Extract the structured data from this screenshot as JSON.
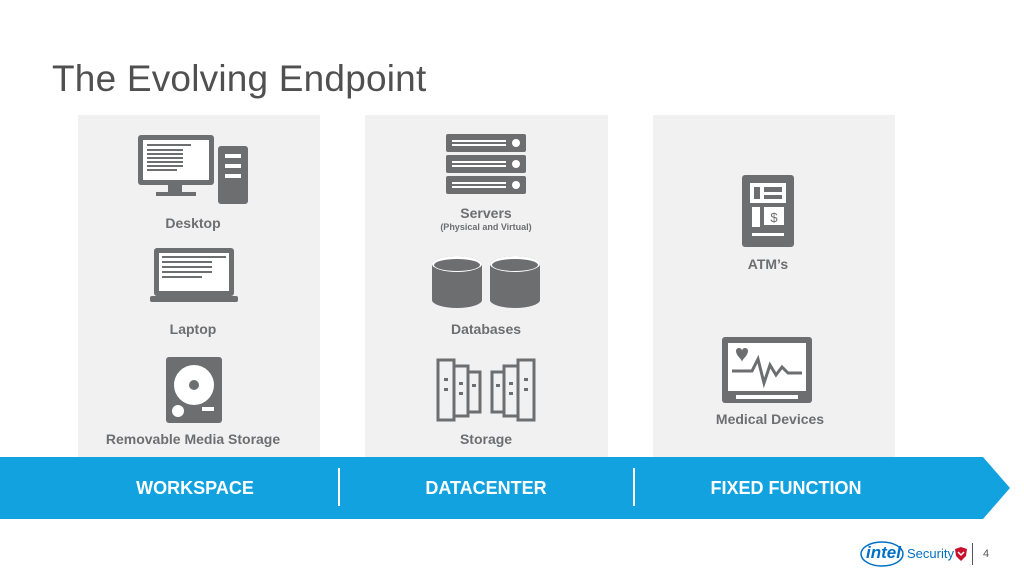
{
  "title": "The Evolving Endpoint",
  "workspace": {
    "desktop_label": "Desktop",
    "laptop_label": "Laptop",
    "removable_label": "Removable Media Storage"
  },
  "datacenter": {
    "servers_label": "Servers",
    "servers_sub": "(Physical and Virtual)",
    "databases_label": "Databases",
    "storage_label": "Storage"
  },
  "fixed": {
    "atm_label": "ATM’s",
    "medical_label": "Medical Devices"
  },
  "banner": {
    "workspace": "WORKSPACE",
    "datacenter": "DATACENTER",
    "fixed_function": "FIXED FUNCTION",
    "color": "#12a2e0"
  },
  "footer": {
    "brand_intel": "intel",
    "brand_security": "Security",
    "page_number": "4"
  },
  "icons": [
    "desktop-icon",
    "laptop-icon",
    "hard-drive-icon",
    "server-rack-icon",
    "database-icon",
    "storage-array-icon",
    "atm-icon",
    "medical-monitor-icon",
    "shield-icon"
  ]
}
